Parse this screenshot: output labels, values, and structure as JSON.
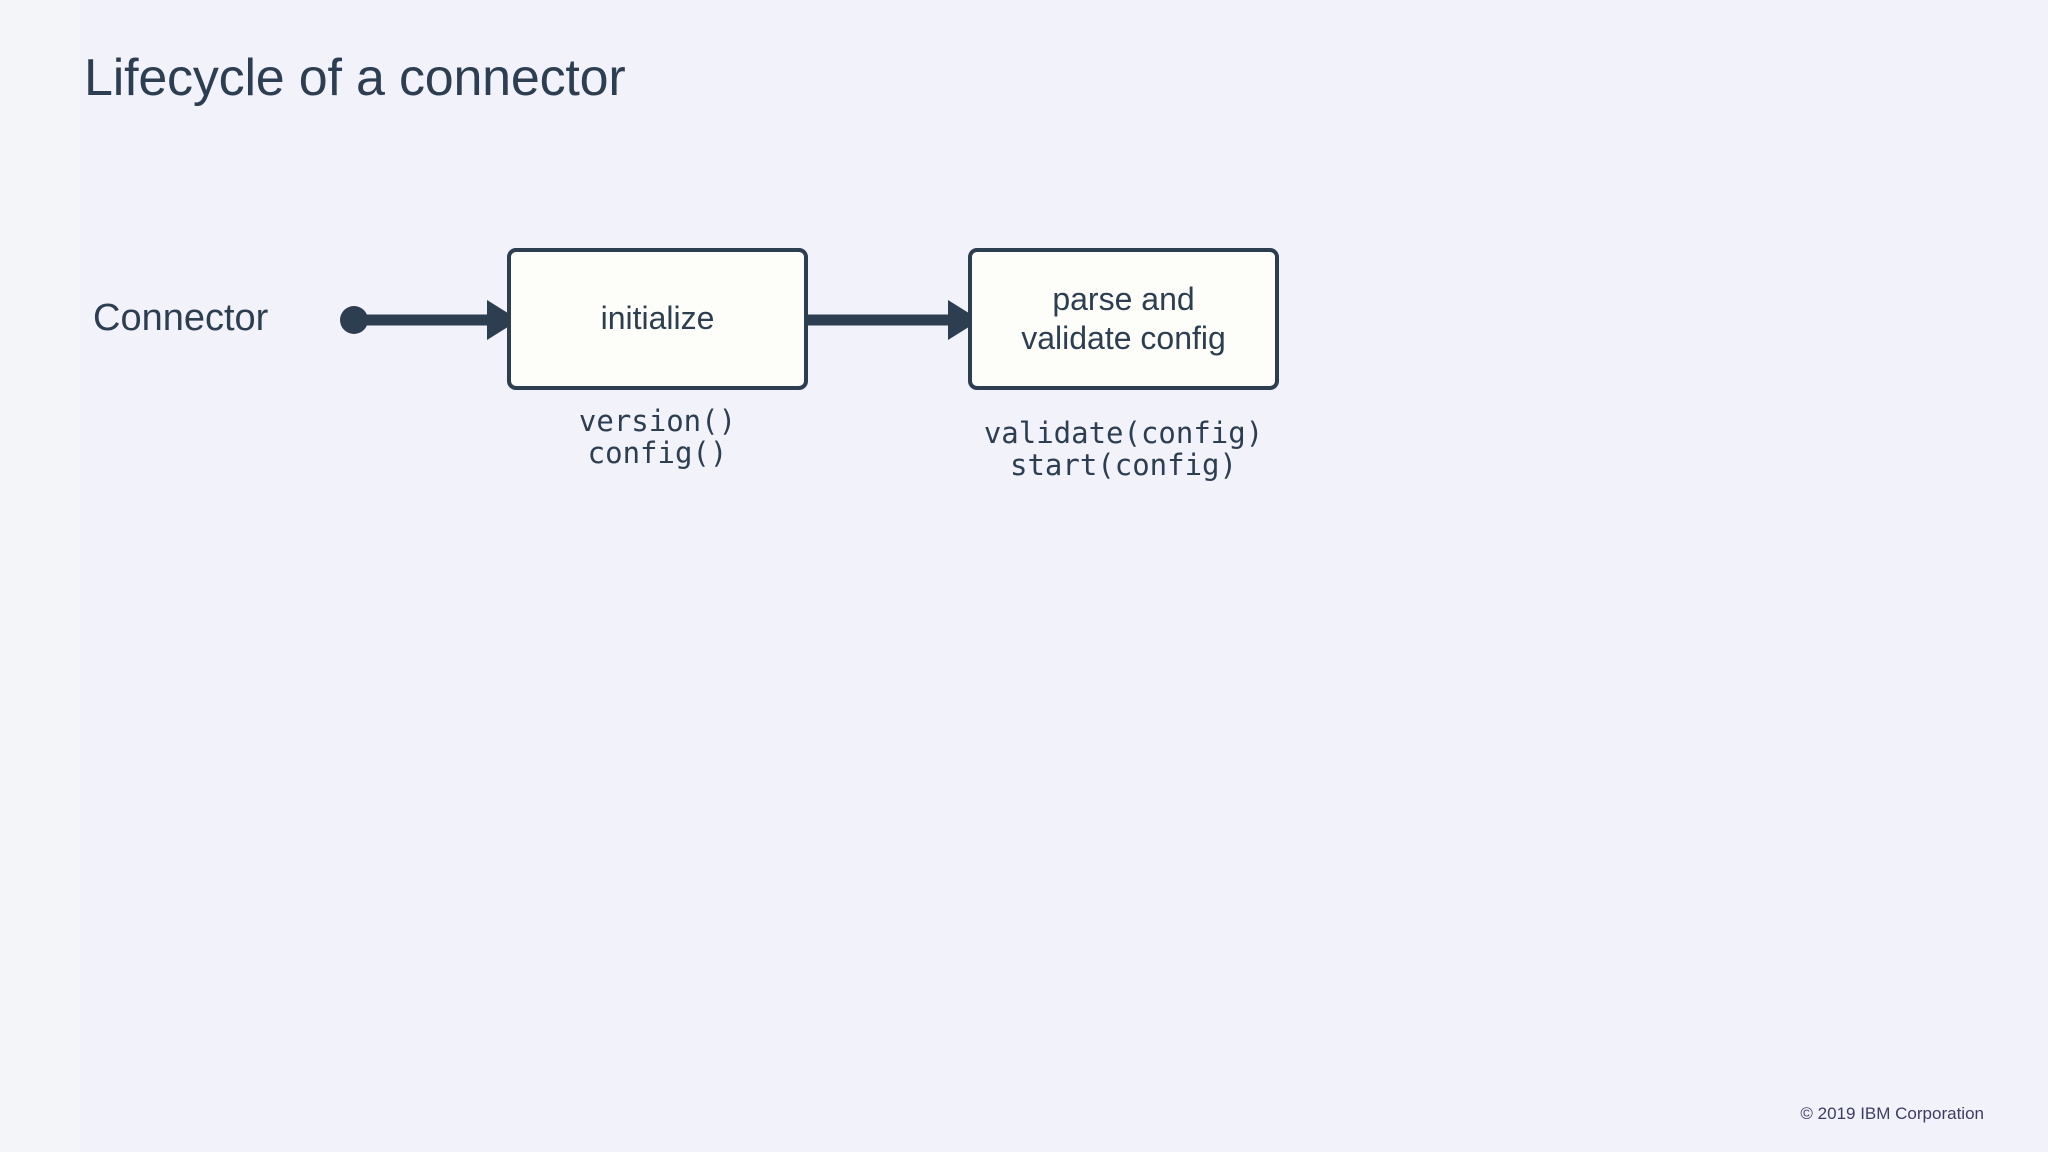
{
  "slide": {
    "title": "Lifecycle of a connector",
    "background_outer": "#f4f5f9",
    "background_panel": "#f2f2fb",
    "ink_color": "#2c3e50",
    "box_fill": "#fdfdfa"
  },
  "diagram": {
    "type": "flowchart",
    "orientation": "left-to-right",
    "start_node": {
      "label": "Connector",
      "marker": "filled-circle"
    },
    "steps": [
      {
        "id": "initialize",
        "label": "initialize",
        "api_calls": "version()\nconfig()"
      },
      {
        "id": "validate",
        "label": "parse and\nvalidate config",
        "api_calls": "validate(config)\nstart(config)"
      }
    ],
    "edges": [
      {
        "from": "connector",
        "to": "initialize",
        "style": "solid-arrow"
      },
      {
        "from": "initialize",
        "to": "validate",
        "style": "solid-arrow"
      }
    ]
  },
  "footer": {
    "copyright": "© 2019 IBM Corporation"
  }
}
